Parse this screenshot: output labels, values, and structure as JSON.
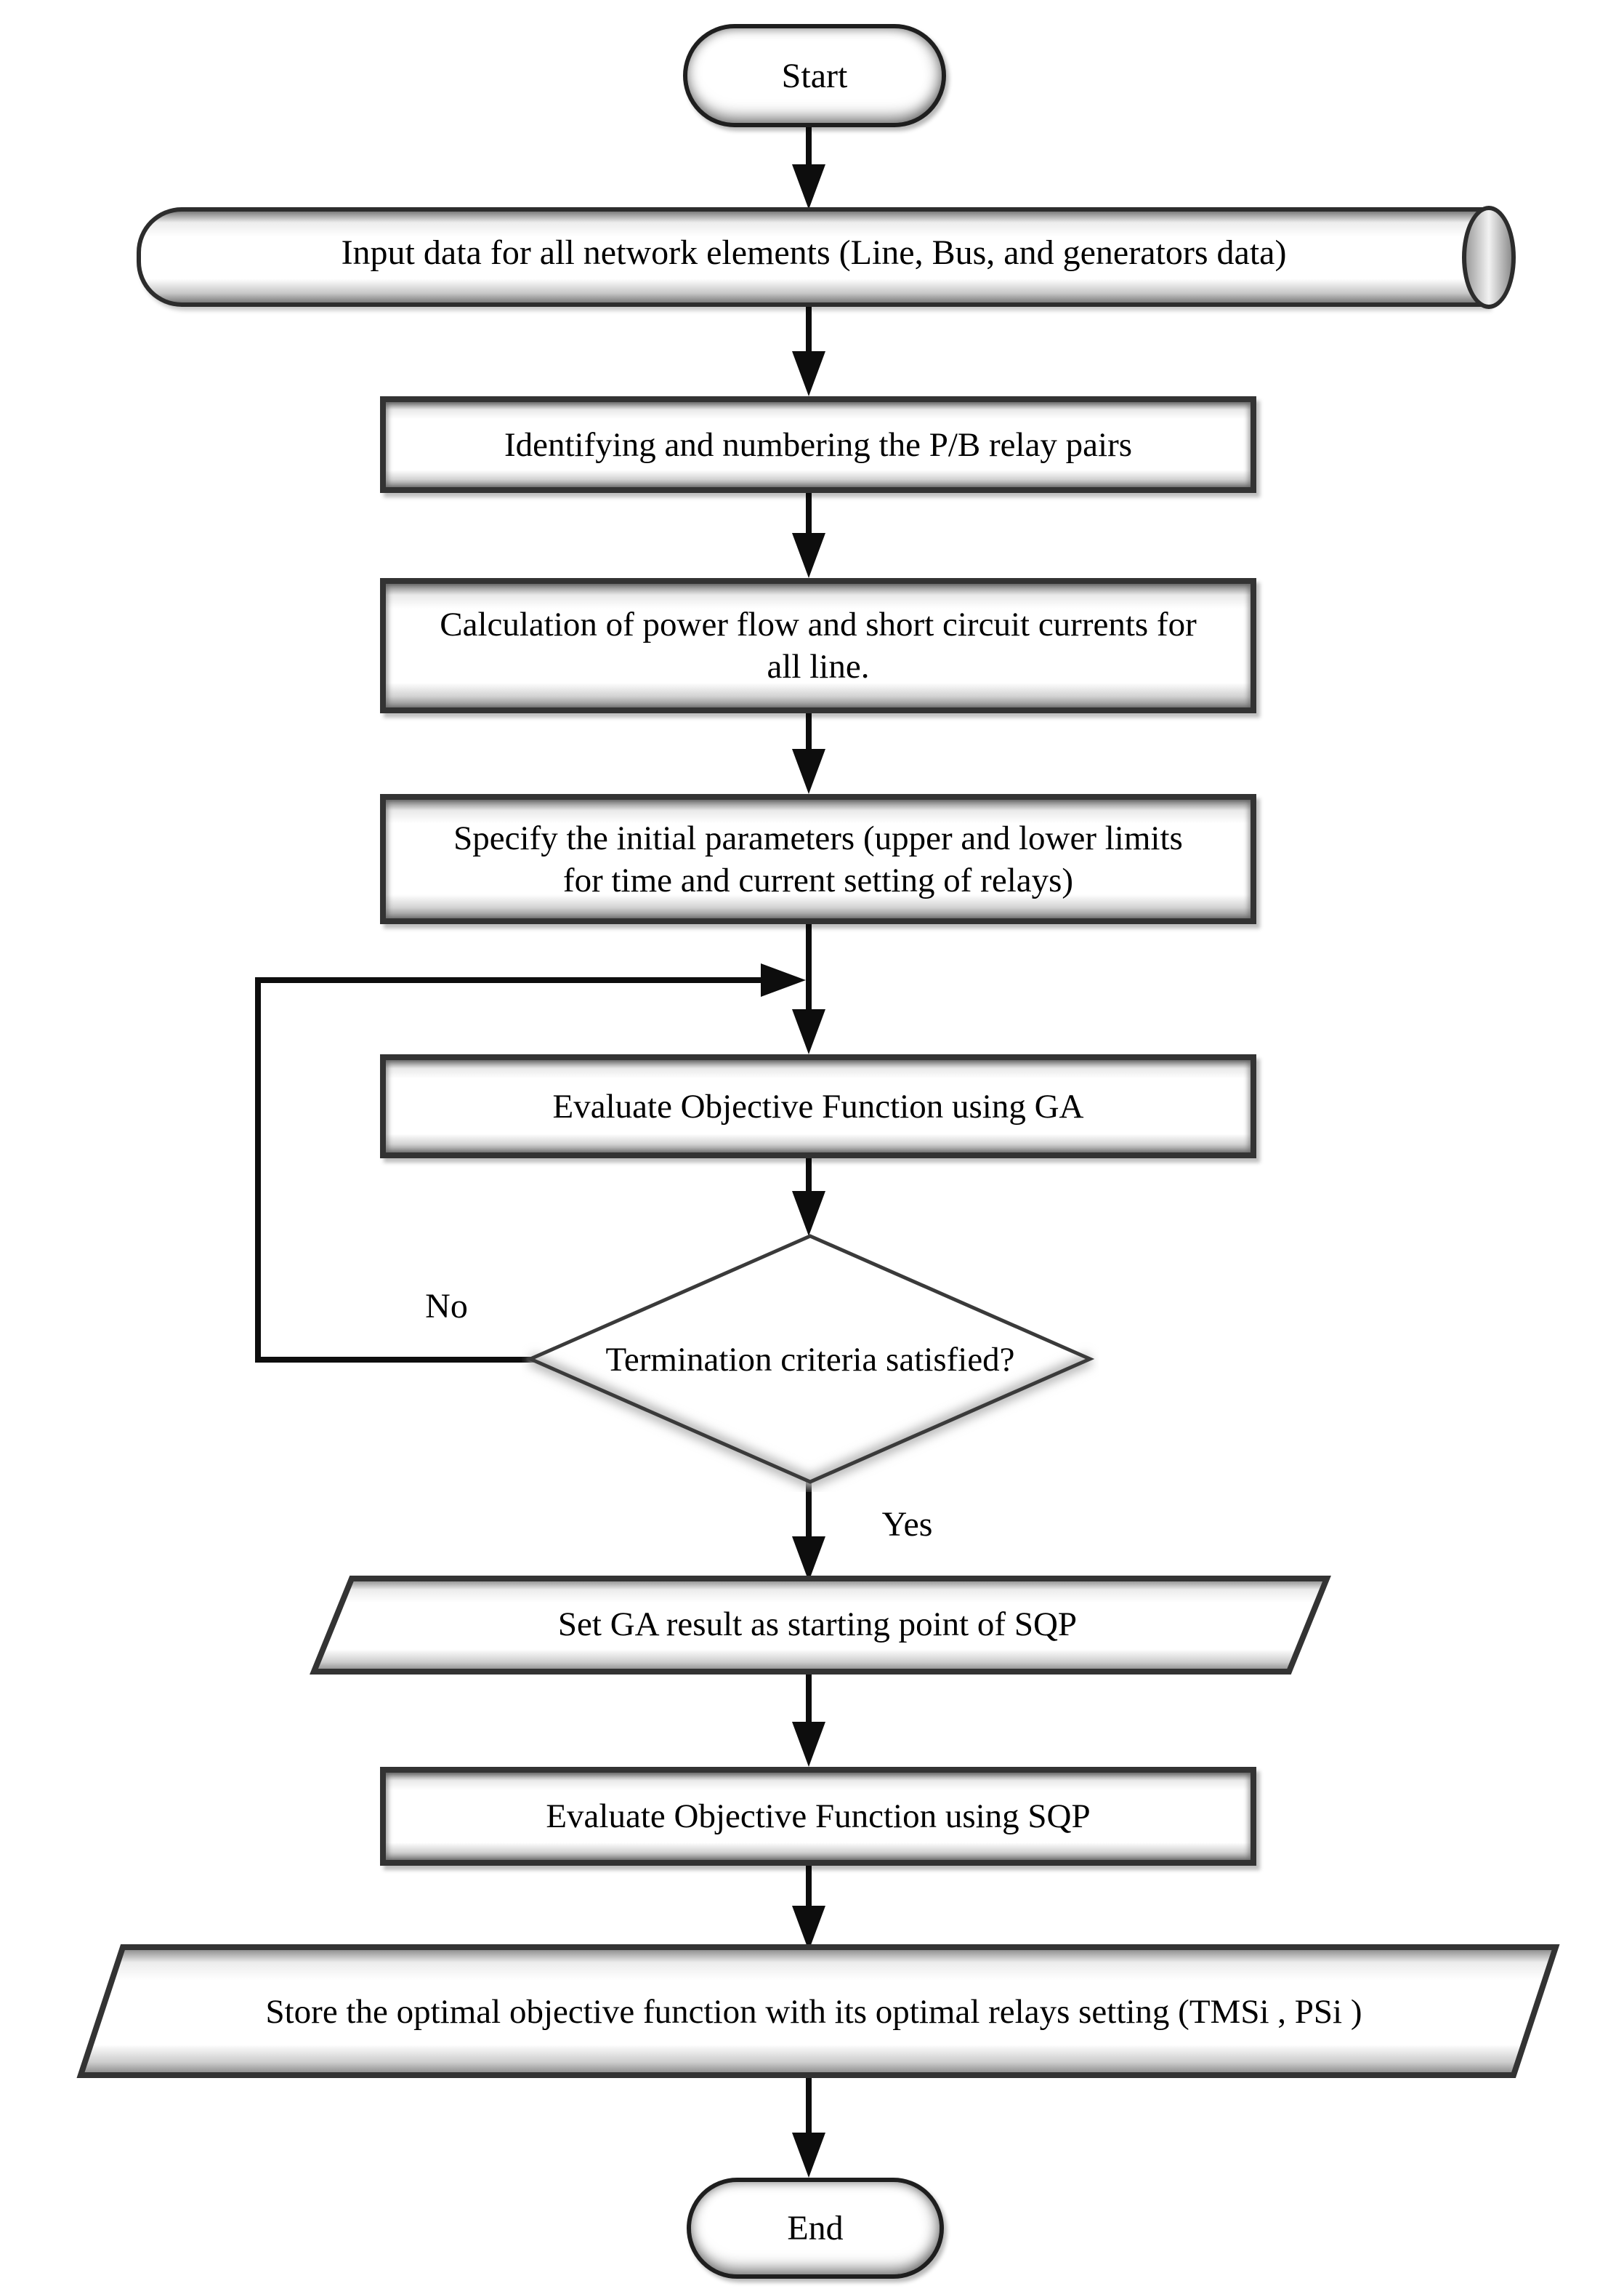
{
  "diagram": {
    "type": "flowchart",
    "nodes": {
      "start": {
        "shape": "terminator",
        "label": "Start"
      },
      "input_data": {
        "shape": "stored-data",
        "label": "Input data for all network elements (Line, Bus, and generators data)"
      },
      "identify_pairs": {
        "shape": "process",
        "label": "Identifying and numbering the P/B relay pairs"
      },
      "calc_flow": {
        "shape": "process",
        "label": "Calculation of power flow and short circuit currents for all line."
      },
      "specify_params": {
        "shape": "process",
        "label": "Specify the initial parameters (upper and lower limits for time and current setting of relays)"
      },
      "evaluate_ga": {
        "shape": "process",
        "label": "Evaluate Objective Function using GA"
      },
      "termination": {
        "shape": "decision",
        "label": "Termination criteria satisfied?"
      },
      "set_ga_result": {
        "shape": "data",
        "label": "Set GA result as starting point of SQP"
      },
      "evaluate_sqp": {
        "shape": "process",
        "label": "Evaluate Objective Function using SQP"
      },
      "store_optimal": {
        "shape": "data",
        "label": "Store the optimal objective function with its optimal relays setting (TMSi , PSi )"
      },
      "end": {
        "shape": "terminator",
        "label": "End"
      }
    },
    "edge_labels": {
      "no": "No",
      "yes": "Yes"
    },
    "colors": {
      "line": "#0d0d0d",
      "frame": "#333333",
      "fill": "#ffffff",
      "shade": "#9a9a9a",
      "text": "#000000"
    }
  }
}
